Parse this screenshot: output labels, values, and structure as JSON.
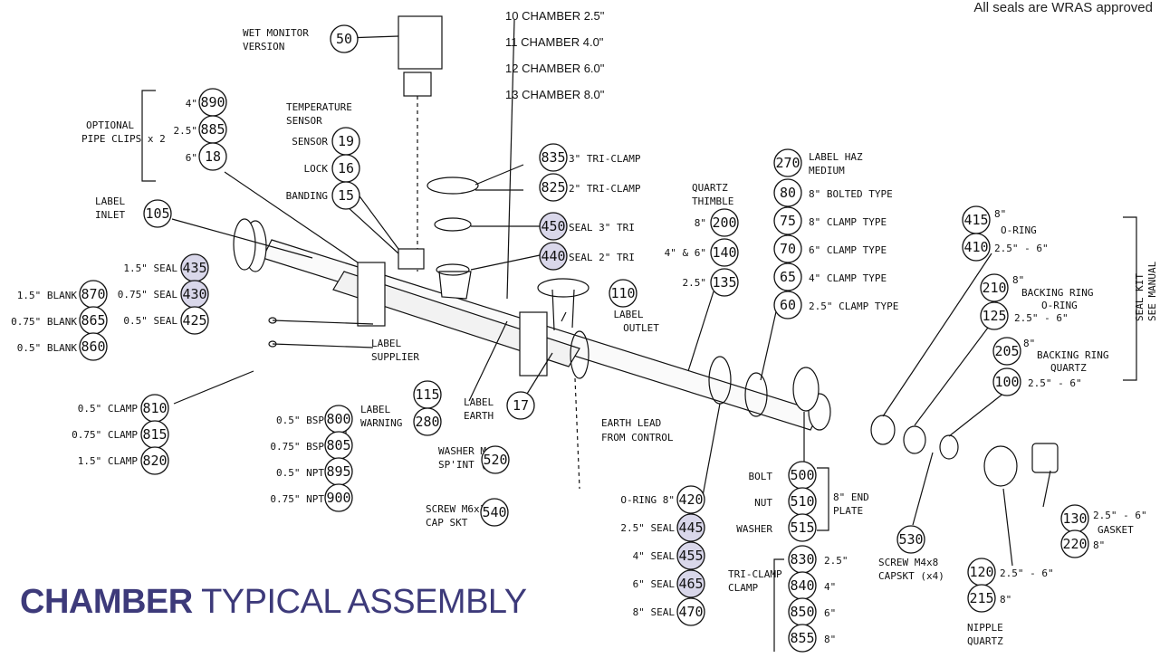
{
  "note": "All seals are WRAS approved",
  "title": {
    "bold": "CHAMBER",
    "rest": "TYPICAL ASSEMBLY"
  },
  "chambers": [
    {
      "num": "10",
      "label": "CHAMBER 2.5\""
    },
    {
      "num": "11",
      "label": "CHAMBER 4.0\""
    },
    {
      "num": "12",
      "label": "CHAMBER 6.0\""
    },
    {
      "num": "13",
      "label": "CHAMBER 8.0\""
    }
  ],
  "wet_monitor": {
    "label1": "WET MONITOR",
    "label2": "VERSION",
    "num": "50"
  },
  "pipe_clips": {
    "label1": "OPTIONAL",
    "label2": "PIPE CLIPS x 2",
    "items": [
      {
        "size": "4\"",
        "num": "890"
      },
      {
        "size": "2.5\"",
        "num": "885"
      },
      {
        "size": "6\"",
        "num": "18"
      }
    ]
  },
  "temperature": {
    "label1": "TEMPERATURE",
    "label2": "SENSOR",
    "items": [
      {
        "label": "SENSOR",
        "num": "19"
      },
      {
        "label": "LOCK",
        "num": "16"
      },
      {
        "label": "BANDING",
        "num": "15"
      }
    ]
  },
  "label_inlet": {
    "label1": "LABEL",
    "label2": "INLET",
    "num": "105"
  },
  "blanks": [
    {
      "label": "1.5\" BLANK",
      "num": "870"
    },
    {
      "label": "0.75\" BLANK",
      "num": "865"
    },
    {
      "label": "0.5\" BLANK",
      "num": "860"
    }
  ],
  "seals_small": [
    {
      "label": "1.5\" SEAL",
      "num": "435",
      "hl": true
    },
    {
      "label": "0.75\" SEAL",
      "num": "430",
      "hl": true
    },
    {
      "label": "0.5\" SEAL",
      "num": "425",
      "hl": false
    }
  ],
  "clamps_small": [
    {
      "label": "0.5\" CLAMP",
      "num": "810"
    },
    {
      "label": "0.75\" CLAMP",
      "num": "815"
    },
    {
      "label": "1.5\" CLAMP",
      "num": "820"
    }
  ],
  "bsp_npt": [
    {
      "label": "0.5\" BSP",
      "num": "800"
    },
    {
      "label": "0.75\" BSP",
      "num": "805"
    },
    {
      "label": "0.5\" NPT",
      "num": "895"
    },
    {
      "label": "0.75\" NPT",
      "num": "900"
    }
  ],
  "label_supplier": {
    "label1": "LABEL",
    "label2": "SUPPLIER"
  },
  "label_warning": {
    "label1": "LABEL",
    "label2": "WARNING",
    "num1": "115",
    "num2": "280"
  },
  "label_earth": {
    "label1": "LABEL",
    "label2": "EARTH",
    "num": "17"
  },
  "label_outlet": {
    "label1": "LABEL",
    "label2": "OUTLET",
    "num": "110"
  },
  "tri_clamp_top": [
    {
      "num": "835",
      "label": "3\" TRI-CLAMP"
    },
    {
      "num": "825",
      "label": "2\" TRI-CLAMP"
    }
  ],
  "tri_seals": [
    {
      "num": "450",
      "label": "SEAL 3\" TRI",
      "hl": true
    },
    {
      "num": "440",
      "label": "SEAL 2\" TRI",
      "hl": true
    }
  ],
  "quartz_thimble": {
    "label1": "QUARTZ",
    "label2": "THIMBLE",
    "items": [
      {
        "size": "8\"",
        "num": "200"
      },
      {
        "size": "4\" & 6\"",
        "num": "140"
      },
      {
        "size": "2.5\"",
        "num": "135"
      }
    ]
  },
  "label_haz": {
    "label1": "LABEL HAZ",
    "label2": "MEDIUM",
    "num": "270"
  },
  "clamp_types": [
    {
      "num": "80",
      "label": "8\" BOLTED TYPE"
    },
    {
      "num": "75",
      "label": "8\" CLAMP TYPE"
    },
    {
      "num": "70",
      "label": "6\" CLAMP TYPE"
    },
    {
      "num": "65",
      "label": "4\" CLAMP TYPE"
    },
    {
      "num": "60",
      "label": "2.5\" CLAMP TYPE"
    }
  ],
  "washer_m6": {
    "label1": "WASHER M6",
    "label2": "SP'INT (x2)",
    "num": "520"
  },
  "earth_lead": {
    "label1": "EARTH LEAD",
    "label2": "FROM CONTROL"
  },
  "screw_m6": {
    "label1": "SCREW M6x12",
    "label2": "CAP SKT",
    "num": "540"
  },
  "seals_large": [
    {
      "label": "O-RING 8\"",
      "num": "420",
      "hl": false
    },
    {
      "label": "2.5\" SEAL",
      "num": "445",
      "hl": true
    },
    {
      "label": "4\" SEAL",
      "num": "455",
      "hl": true
    },
    {
      "label": "6\" SEAL",
      "num": "465",
      "hl": true
    },
    {
      "label": "8\" SEAL",
      "num": "470",
      "hl": false
    }
  ],
  "end_plate": {
    "label1": "8\" END",
    "label2": "PLATE",
    "items": [
      {
        "label": "BOLT",
        "num": "500"
      },
      {
        "label": "NUT",
        "num": "510"
      },
      {
        "label": "WASHER",
        "num": "515"
      }
    ]
  },
  "tri_clamp_clamp": {
    "label1": "TRI-CLAMP",
    "label2": "CLAMP",
    "items": [
      {
        "num": "830",
        "size": "2.5\""
      },
      {
        "num": "840",
        "size": "4\""
      },
      {
        "num": "850",
        "size": "6\""
      },
      {
        "num": "855",
        "size": "8\""
      }
    ]
  },
  "seal_kit": {
    "label": "SEAL KIT",
    "sub": "SEE MANUAL",
    "oring": {
      "label": "O-RING",
      "n8": "415",
      "n25": "410"
    },
    "backing_oring": {
      "label1": "BACKING RING",
      "label2": "O-RING",
      "n8": "210",
      "n25": "125"
    },
    "backing_quartz": {
      "label1": "BACKING RING",
      "label2": "QUARTZ",
      "n8": "205",
      "n25": "100"
    },
    "size8": "8\"",
    "size25": "2.5\" - 6\""
  },
  "screw_m4": {
    "label1": "SCREW M4x8",
    "label2": "CAPSKT (x4)",
    "num": "530"
  },
  "gasket": {
    "label": "GASKET",
    "n1": "130",
    "s1": "2.5\" - 6\"",
    "n2": "220",
    "s2": "8\""
  },
  "nipple": {
    "label1": "NIPPLE",
    "label2": "QUARTZ",
    "n1": "120",
    "s1": "2.5\" - 6\"",
    "n2": "215",
    "s2": "8\""
  },
  "colors": {
    "highlight": "#d9d7ea",
    "title": "#3d3a7a",
    "line": "#111111"
  }
}
